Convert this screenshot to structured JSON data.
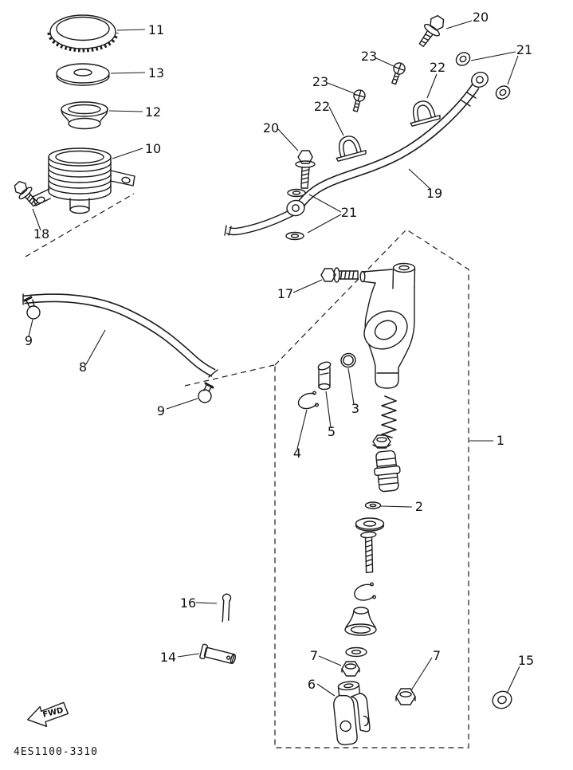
{
  "diagram": {
    "part_code": "4ES1100-3310",
    "fwd_label": "FWD",
    "callouts": [
      {
        "part": "reservoir-cap",
        "label": "11"
      },
      {
        "part": "diaphragm-plate",
        "label": "13"
      },
      {
        "part": "diaphragm",
        "label": "12"
      },
      {
        "part": "reservoir-tank",
        "label": "10"
      },
      {
        "part": "tank-bolt",
        "label": "18"
      },
      {
        "part": "banjo-bolt-top",
        "label": "20"
      },
      {
        "part": "washers-top",
        "label": "21"
      },
      {
        "part": "clamp-screw-upper",
        "label": "23"
      },
      {
        "part": "hose-clamp-upper",
        "label": "22"
      },
      {
        "part": "clamp-screw-lower",
        "label": "23"
      },
      {
        "part": "hose-clamp-lower",
        "label": "22"
      },
      {
        "part": "banjo-bolt-mid",
        "label": "20"
      },
      {
        "part": "brake-hose",
        "label": "19"
      },
      {
        "part": "washers-mid",
        "label": "21"
      },
      {
        "part": "union-bolt",
        "label": "17"
      },
      {
        "part": "hose-clip-upper",
        "label": "9"
      },
      {
        "part": "reservoir-hose",
        "label": "8"
      },
      {
        "part": "hose-clip-lower",
        "label": "9"
      },
      {
        "part": "o-ring",
        "label": "3"
      },
      {
        "part": "elbow-joint",
        "label": "5"
      },
      {
        "part": "circlip",
        "label": "4"
      },
      {
        "part": "master-cylinder-assembly",
        "label": "1"
      },
      {
        "part": "piston-kit",
        "label": "2"
      },
      {
        "part": "cotter-pin",
        "label": "16"
      },
      {
        "part": "clevis-pin",
        "label": "14"
      },
      {
        "part": "nut-left",
        "label": "7"
      },
      {
        "part": "nut-right",
        "label": "7"
      },
      {
        "part": "clevis",
        "label": "6"
      },
      {
        "part": "washer-plain",
        "label": "15"
      }
    ]
  }
}
